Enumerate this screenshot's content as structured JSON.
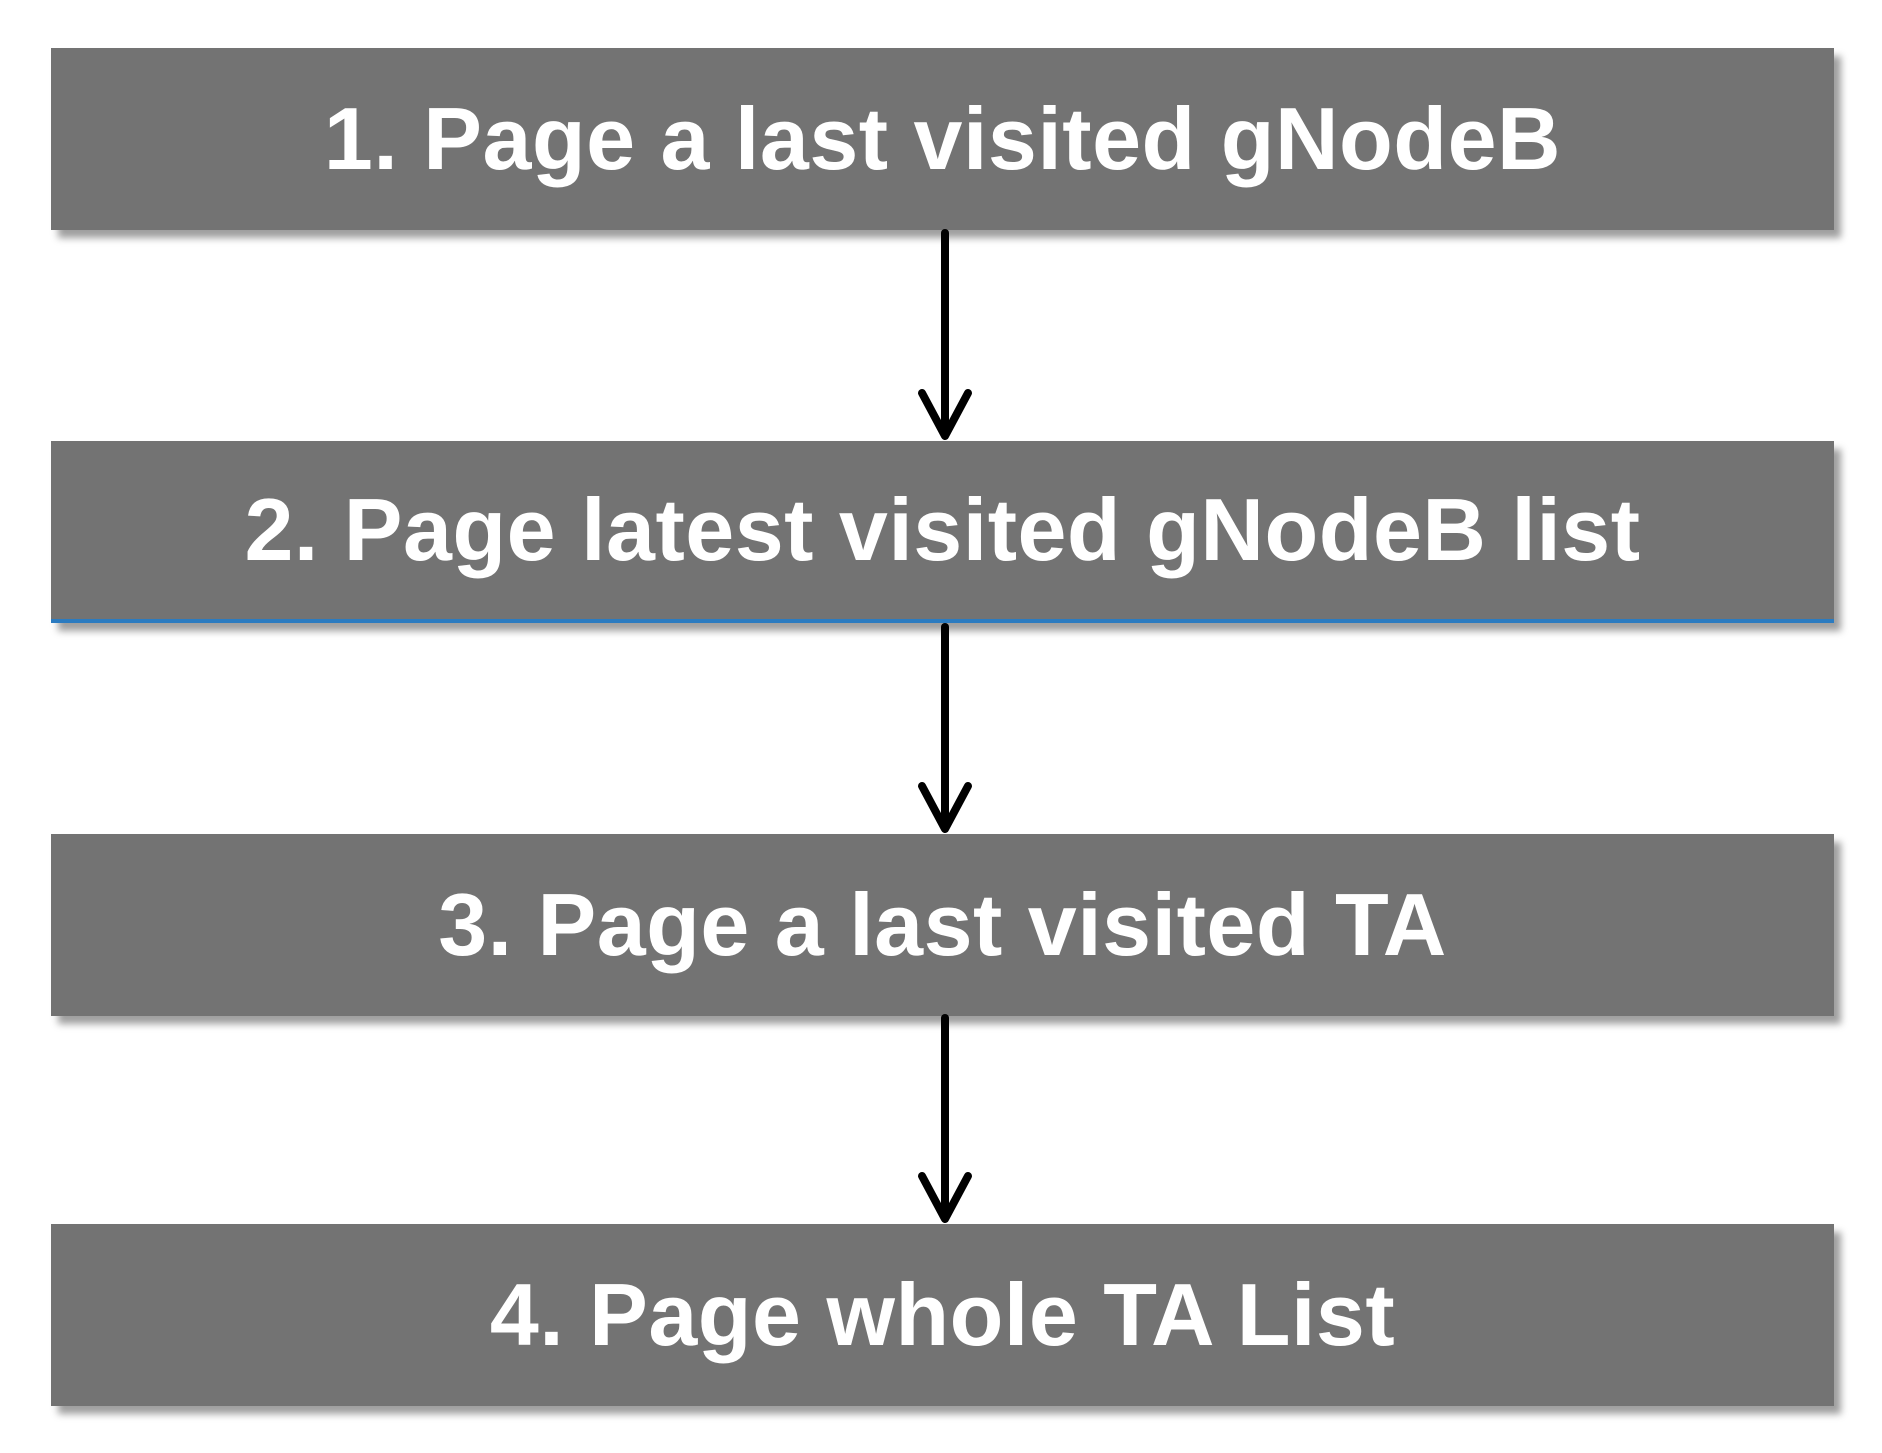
{
  "steps": [
    {
      "label": "1. Page a last visited gNodeB"
    },
    {
      "label": "2. Page latest visited gNodeB list"
    },
    {
      "label": "3. Page a last visited TA"
    },
    {
      "label": "4. Page whole TA List"
    }
  ],
  "colors": {
    "box_fill": "#737373",
    "box_text": "#ffffff",
    "arrow": "#000000",
    "accent_underline": "#2b7bc0"
  }
}
